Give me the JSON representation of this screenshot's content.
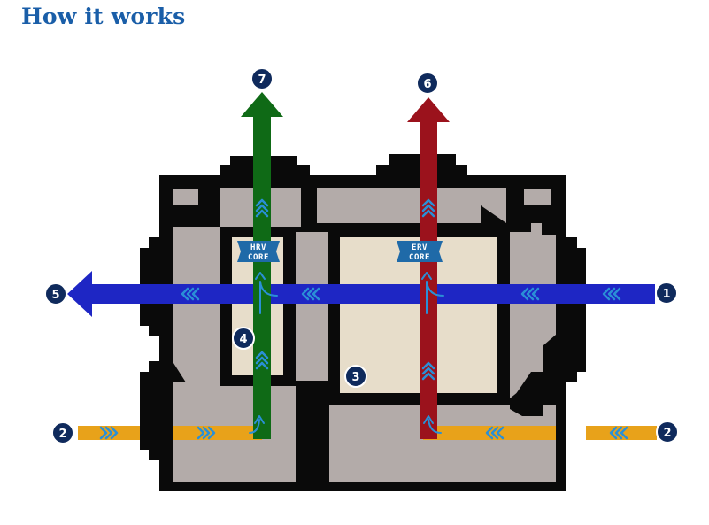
{
  "heading": "How it works",
  "cores": {
    "hrv": [
      "HRV",
      "CORE"
    ],
    "erv": [
      "ERV",
      "CORE"
    ]
  },
  "markers": [
    "1",
    "2",
    "2",
    "3",
    "4",
    "5",
    "6",
    "7"
  ],
  "colors": {
    "title": "#1a5ea8",
    "marker": "#0f2a5c",
    "blue_stream": "#1e26c4",
    "orange_stream": "#e8a21a",
    "green_stream": "#0f6a16",
    "red_stream": "#9b121c",
    "chevron": "#2a8fd6",
    "core_tag": "#1f6aa8",
    "housing": "#0a0a0a",
    "chamber": "#b3aba9",
    "core_fill": "#e7ddca"
  }
}
